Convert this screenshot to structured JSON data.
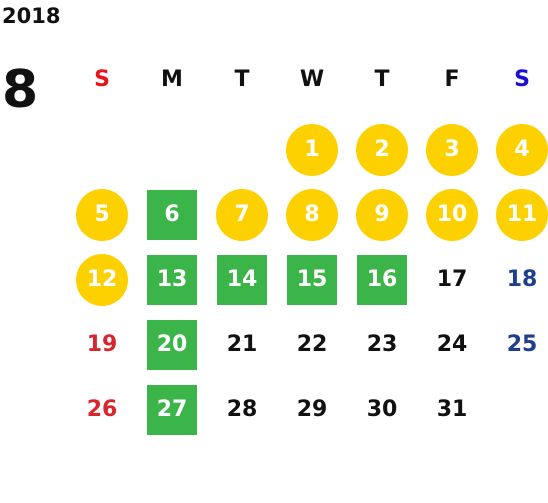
{
  "calendar": {
    "year": "2018",
    "month": "8",
    "weekday_headers": [
      {
        "label": "S",
        "color": "#e8141b"
      },
      {
        "label": "M",
        "color": "#111111"
      },
      {
        "label": "T",
        "color": "#111111"
      },
      {
        "label": "W",
        "color": "#111111"
      },
      {
        "label": "T",
        "color": "#111111"
      },
      {
        "label": "F",
        "color": "#111111"
      },
      {
        "label": "S",
        "color": "#1a0fd6"
      }
    ],
    "weeks": [
      [
        null,
        null,
        null,
        {
          "day": "1",
          "mark": "circle"
        },
        {
          "day": "2",
          "mark": "circle"
        },
        {
          "day": "3",
          "mark": "circle"
        },
        {
          "day": "4",
          "mark": "circle"
        }
      ],
      [
        {
          "day": "5",
          "mark": "circle"
        },
        {
          "day": "6",
          "mark": "square"
        },
        {
          "day": "7",
          "mark": "circle"
        },
        {
          "day": "8",
          "mark": "circle"
        },
        {
          "day": "9",
          "mark": "circle"
        },
        {
          "day": "10",
          "mark": "circle"
        },
        {
          "day": "11",
          "mark": "circle"
        }
      ],
      [
        {
          "day": "12",
          "mark": "circle"
        },
        {
          "day": "13",
          "mark": "square"
        },
        {
          "day": "14",
          "mark": "square"
        },
        {
          "day": "15",
          "mark": "square"
        },
        {
          "day": "16",
          "mark": "square"
        },
        {
          "day": "17",
          "mark": "none",
          "color": "#111111"
        },
        {
          "day": "18",
          "mark": "none",
          "color": "#1f3e8c"
        }
      ],
      [
        {
          "day": "19",
          "mark": "none",
          "color": "#d8262e"
        },
        {
          "day": "20",
          "mark": "square"
        },
        {
          "day": "21",
          "mark": "none",
          "color": "#111111"
        },
        {
          "day": "22",
          "mark": "none",
          "color": "#111111"
        },
        {
          "day": "23",
          "mark": "none",
          "color": "#111111"
        },
        {
          "day": "24",
          "mark": "none",
          "color": "#111111"
        },
        {
          "day": "25",
          "mark": "none",
          "color": "#1f3e8c"
        }
      ],
      [
        {
          "day": "26",
          "mark": "none",
          "color": "#d8262e"
        },
        {
          "day": "27",
          "mark": "square"
        },
        {
          "day": "28",
          "mark": "none",
          "color": "#111111"
        },
        {
          "day": "29",
          "mark": "none",
          "color": "#111111"
        },
        {
          "day": "30",
          "mark": "none",
          "color": "#111111"
        },
        {
          "day": "31",
          "mark": "none",
          "color": "#111111"
        },
        null
      ]
    ]
  },
  "colors": {
    "circle_fill": "#fdd000",
    "square_fill": "#3bb54a",
    "marked_text": "#ffffff"
  }
}
